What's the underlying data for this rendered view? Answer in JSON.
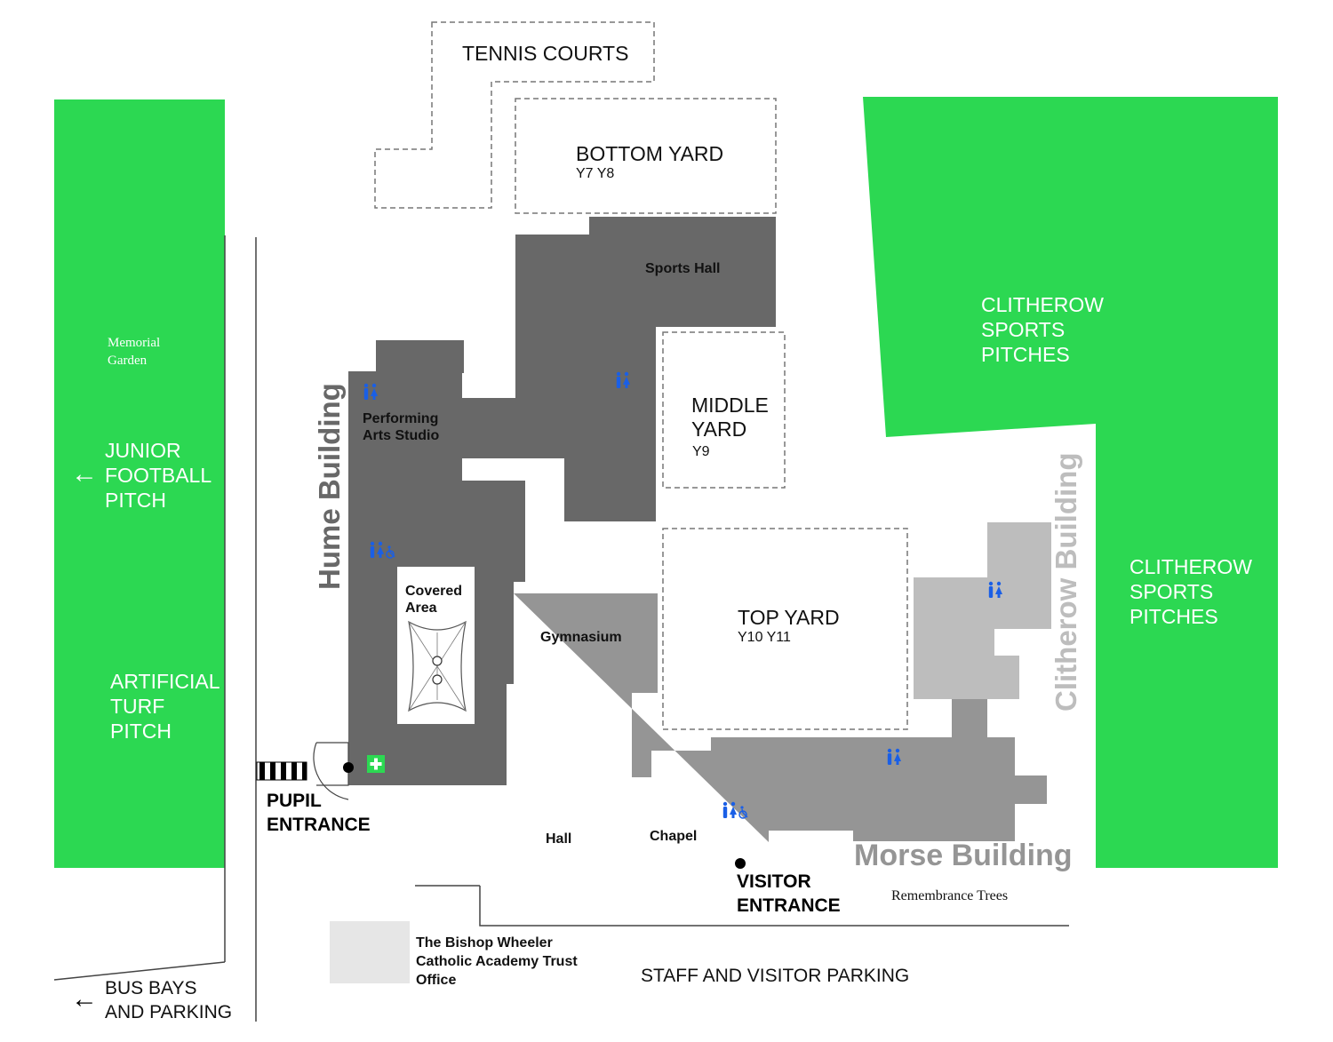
{
  "colors": {
    "grass": "#2cd852",
    "building_dark": "#686868",
    "building_mid": "#959595",
    "building_light": "#bdbdbd",
    "office": "#e6e6e6",
    "toilet_icon": "#1a5fe6",
    "first_aid": "#2cd852"
  },
  "areas": {
    "tennis_courts": "TENNIS COURTS",
    "bottom_yard": "BOTTOM YARD",
    "bottom_yard_years": "Y7 Y8",
    "middle_yard": "MIDDLE\nYARD",
    "middle_yard_years": "Y9",
    "top_yard": "TOP YARD",
    "top_yard_years": "Y10 Y11",
    "memorial_garden": "Memorial\nGarden",
    "junior_football_pitch": "JUNIOR\nFOOTBALL\nPITCH",
    "artificial_turf_pitch": "ARTIFICIAL\nTURF\nPITCH",
    "clitherow_pitches_top": "CLITHEROW\nSPORTS\nPITCHES",
    "clitherow_pitches_right": "CLITHEROW\nSPORTS\nPITCHES",
    "remembrance_trees": "Remembrance Trees",
    "staff_visitor_parking": "STAFF AND VISITOR PARKING",
    "bus_bays": "BUS BAYS\nAND PARKING"
  },
  "buildings": {
    "hume": "Hume Building",
    "clitherow": "Clitherow Building",
    "morse": "Morse Building",
    "sports_hall": "Sports Hall",
    "performing_arts": "Performing\nArts Studio",
    "covered_area": "Covered\nArea",
    "gymnasium": "Gymnasium",
    "hall": "Hall",
    "chapel": "Chapel",
    "trust_office": "The Bishop Wheeler\nCatholic Academy Trust\nOffice"
  },
  "entrances": {
    "pupil": "PUPIL\nENTRANCE",
    "visitor": "VISITOR\nENTRANCE"
  },
  "icons": {
    "toilet": "toilet-icon",
    "accessible_toilet": "accessible-toilet-icon",
    "first_aid": "first-aid-icon",
    "arrow": "arrow-left-icon"
  }
}
